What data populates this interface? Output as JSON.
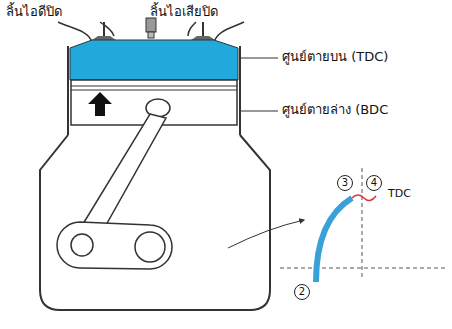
{
  "diagram": {
    "nodes": [
      {
        "text": [
          "3"
        ]
      },
      {
        "text": [
          "4"
        ]
      },
      {
        "text": [
          "2"
        ]
      }
    ],
    "labels": [
      "ลิ้นไอดีปิด",
      "ลิ้นไอเสียปิด",
      "ศูนย์ตายบน (TDC)",
      "ศูนย์ตายล่าง (BDC",
      "TDC"
    ]
  }
}
